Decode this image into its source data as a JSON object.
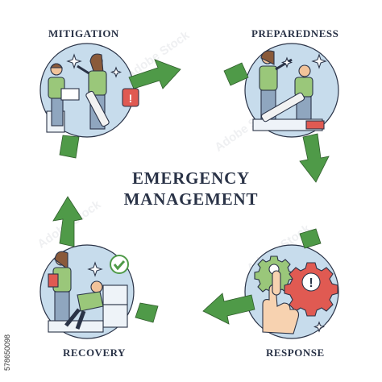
{
  "title_line1": "EMERGENCY",
  "title_line2": "MANAGEMENT",
  "stages": {
    "mitigation": "MITIGATION",
    "preparedness": "PREPAREDNESS",
    "response": "RESPONSE",
    "recovery": "RECOVERY"
  },
  "side_credit": "578650098",
  "watermark": "Adobe Stock",
  "colors": {
    "circle": "#c7dcec",
    "arrow": "#4f9a48",
    "outline": "#2a3347",
    "shirt": "#9ac77a",
    "pants": "#8fa6bf",
    "hair": "#8a5a3a",
    "skin": "#f2c39a",
    "alert": "#e05a52",
    "pen": "#f2f2f2"
  },
  "icons": [
    "sparkle-icon",
    "alert-icon",
    "gear-icon",
    "checkmark-icon",
    "hand-icon"
  ]
}
